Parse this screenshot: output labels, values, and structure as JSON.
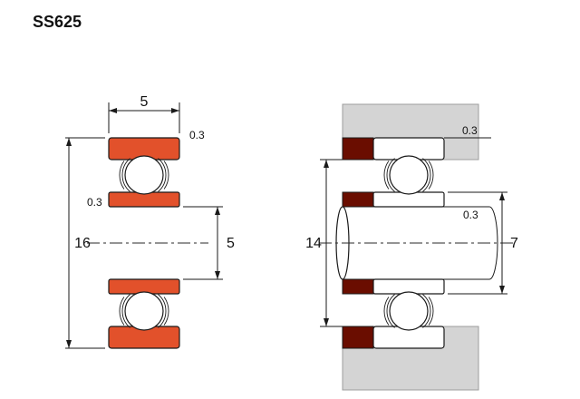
{
  "title": "SS625",
  "colors": {
    "ring": "#e2512b",
    "shoulder": "#6a0d00",
    "housing": "#d4d4d4"
  },
  "left_view": {
    "width": "5",
    "outer_chamfer": "0.3",
    "inner_chamfer": "0.3",
    "outer_diameter": "16",
    "bore_diameter": "5"
  },
  "right_view": {
    "housing_fillet": "0.3",
    "shaft_fillet": "0.3",
    "housing_shoulder": "14",
    "shaft_shoulder": "7"
  }
}
